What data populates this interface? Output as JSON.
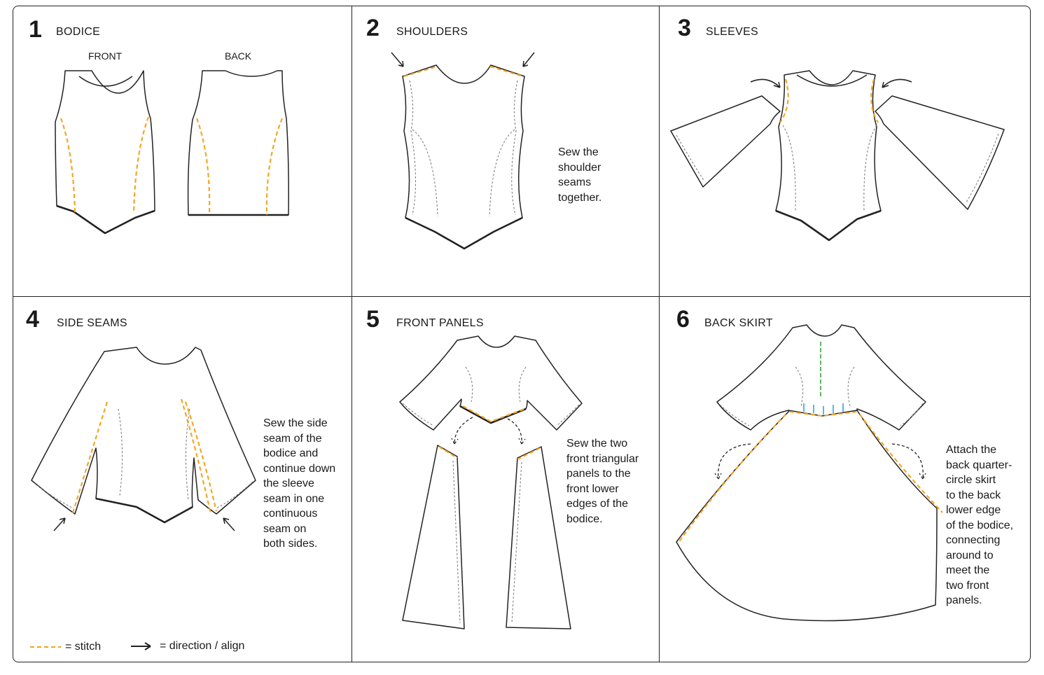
{
  "steps": [
    {
      "number": "1",
      "title": "BODICE",
      "front_label": "FRONT",
      "back_label": "BACK"
    },
    {
      "number": "2",
      "title": "SHOULDERS",
      "text": "Sew the\nshoulder\nseams\ntogether."
    },
    {
      "number": "3",
      "title": "SLEEVES"
    },
    {
      "number": "4",
      "title": "SIDE SEAMS",
      "text": "Sew the side\nseam of the\nbodice and\ncontinue down\nthe sleeve\nseam in one\ncontinuous\nseam on\nboth sides."
    },
    {
      "number": "5",
      "title": "FRONT PANELS",
      "text": "Sew the two\nfront triangular\npanels to the\nfront lower\nedges of the\nbodice."
    },
    {
      "number": "6",
      "title": "BACK SKIRT",
      "text": "Attach the\nback quarter-\ncircle skirt\nto the back\nlower edge\nof the bodice,\nconnecting\naround to\nmeet the\ntwo front\npanels."
    }
  ],
  "legend": {
    "stitch": "= stitch",
    "direction": "= direction / align"
  },
  "colors": {
    "stitch": "#f5a623",
    "line": "#222222",
    "green": "#4caf50",
    "blue": "#29a8e0"
  }
}
